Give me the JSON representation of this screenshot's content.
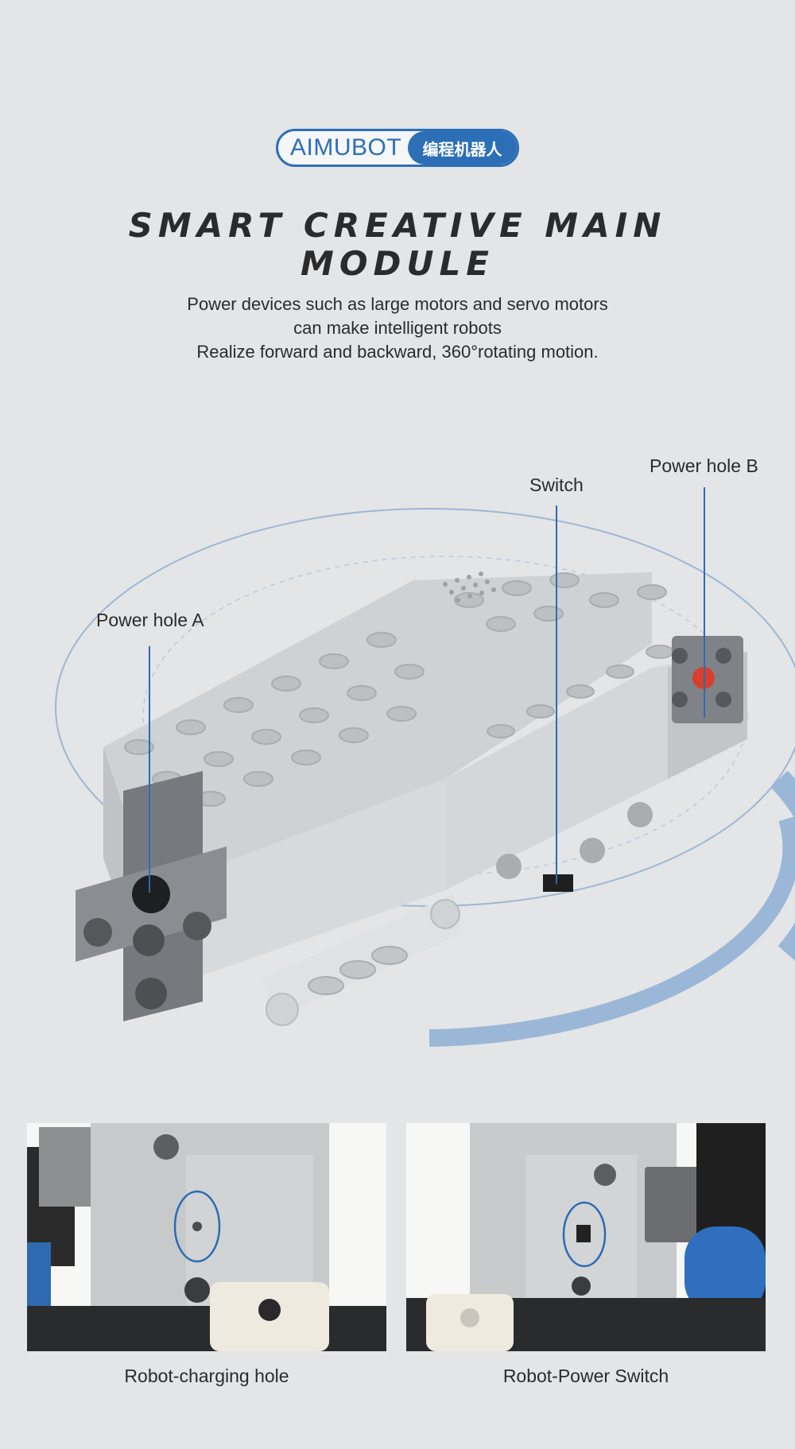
{
  "brand": {
    "logo_text": "AIMUBOT",
    "logo_badge": "编程机器人",
    "accent_color": "#2d6fb7"
  },
  "heading": {
    "title": "SMART CREATIVE MAIN MODULE",
    "desc_line1": "Power devices such as large motors and servo motors",
    "desc_line2": "can make intelligent robots",
    "desc_line3": "Realize forward and backward, 360°rotating motion."
  },
  "callouts": {
    "power_hole_a": "Power hole A",
    "switch": "Switch",
    "power_hole_b": "Power hole B"
  },
  "photos": [
    {
      "caption": "Robot-charging hole"
    },
    {
      "caption": "Robot-Power Switch"
    }
  ]
}
